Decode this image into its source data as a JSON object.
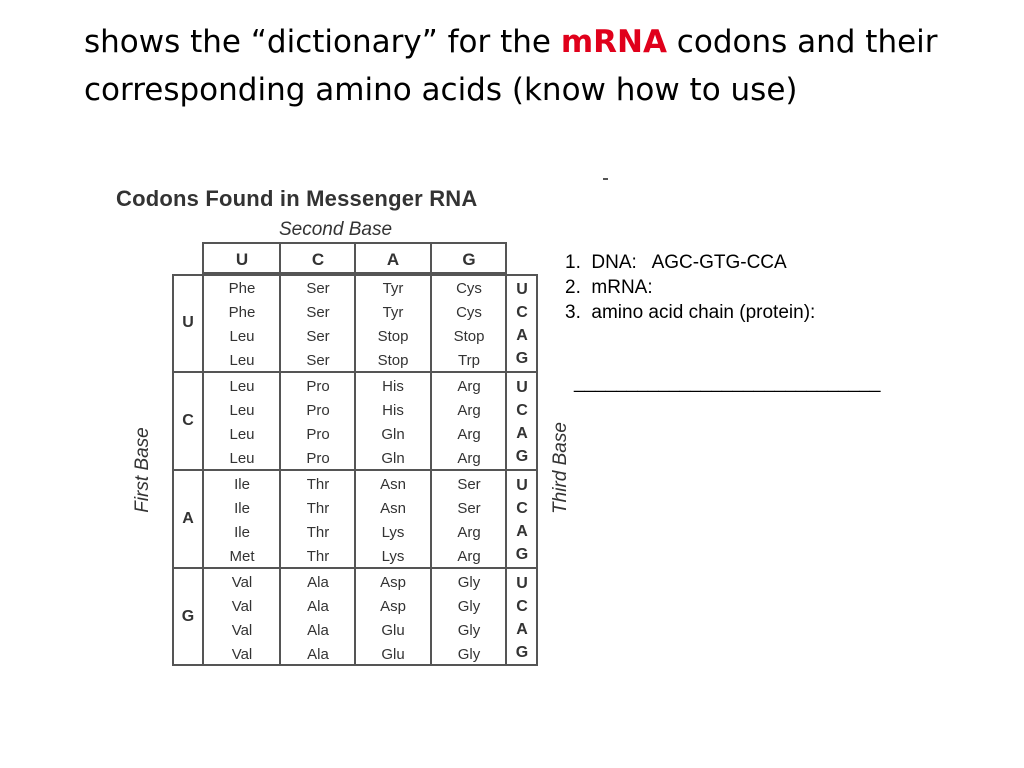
{
  "heading": {
    "part1": "shows the “dictionary” for the ",
    "highlight": "mRNA",
    "part2": " codons and their corresponding amino acids  (know how to use)"
  },
  "table": {
    "title": "Codons Found in Messenger RNA",
    "second_base_label": "Second Base",
    "first_base_label": "First Base",
    "third_base_label": "Third Base",
    "column_headers": [
      "U",
      "C",
      "A",
      "G"
    ],
    "row_labels": [
      "U",
      "C",
      "A",
      "G"
    ],
    "third_base_letters": [
      "U",
      "C",
      "A",
      "G"
    ],
    "blocks": [
      {
        "cols": [
          [
            "Phe",
            "Phe",
            "Leu",
            "Leu"
          ],
          [
            "Ser",
            "Ser",
            "Ser",
            "Ser"
          ],
          [
            "Tyr",
            "Tyr",
            "Stop",
            "Stop"
          ],
          [
            "Cys",
            "Cys",
            "Stop",
            "Trp"
          ]
        ]
      },
      {
        "cols": [
          [
            "Leu",
            "Leu",
            "Leu",
            "Leu"
          ],
          [
            "Pro",
            "Pro",
            "Pro",
            "Pro"
          ],
          [
            "His",
            "His",
            "Gln",
            "Gln"
          ],
          [
            "Arg",
            "Arg",
            "Arg",
            "Arg"
          ]
        ]
      },
      {
        "cols": [
          [
            "Ile",
            "Ile",
            "Ile",
            "Met"
          ],
          [
            "Thr",
            "Thr",
            "Thr",
            "Thr"
          ],
          [
            "Asn",
            "Asn",
            "Lys",
            "Lys"
          ],
          [
            "Ser",
            "Ser",
            "Arg",
            "Arg"
          ]
        ]
      },
      {
        "cols": [
          [
            "Val",
            "Val",
            "Val",
            "Val"
          ],
          [
            "Ala",
            "Ala",
            "Ala",
            "Ala"
          ],
          [
            "Asp",
            "Asp",
            "Glu",
            "Glu"
          ],
          [
            "Gly",
            "Gly",
            "Gly",
            "Gly"
          ]
        ]
      }
    ]
  },
  "questions": [
    "1.  DNA:   AGC-GTG-CCA",
    "2.  mRNA:",
    "3.  amino acid chain (protein):"
  ],
  "answer_line": "_____________________________"
}
